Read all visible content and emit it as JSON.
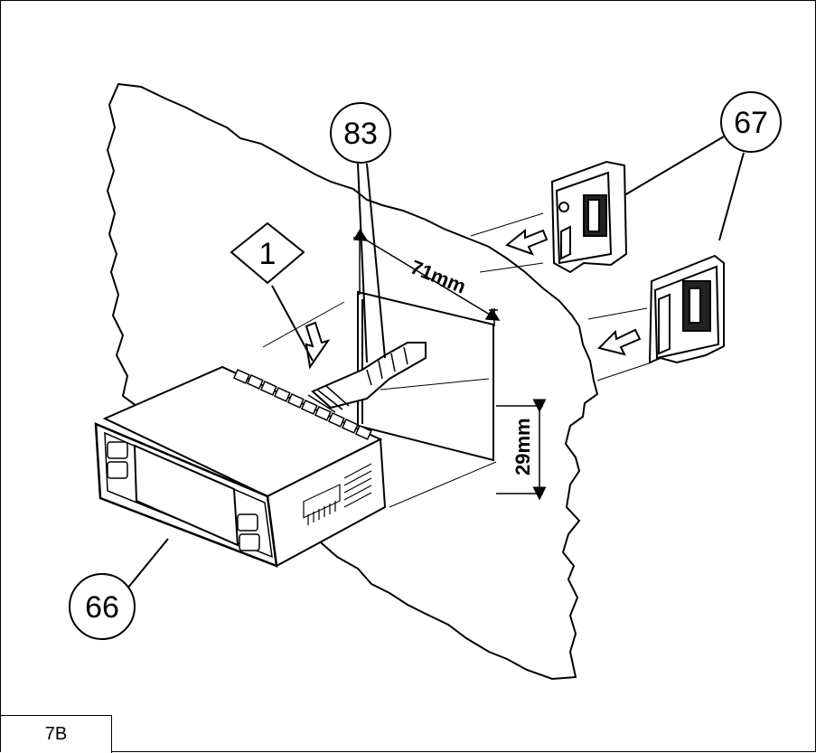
{
  "figure": {
    "label": "7B"
  },
  "callouts": {
    "item_1": "1",
    "item_83": "83",
    "item_67": "67",
    "item_66": "66"
  },
  "dimensions": {
    "width": "71mm",
    "height": "29mm"
  }
}
